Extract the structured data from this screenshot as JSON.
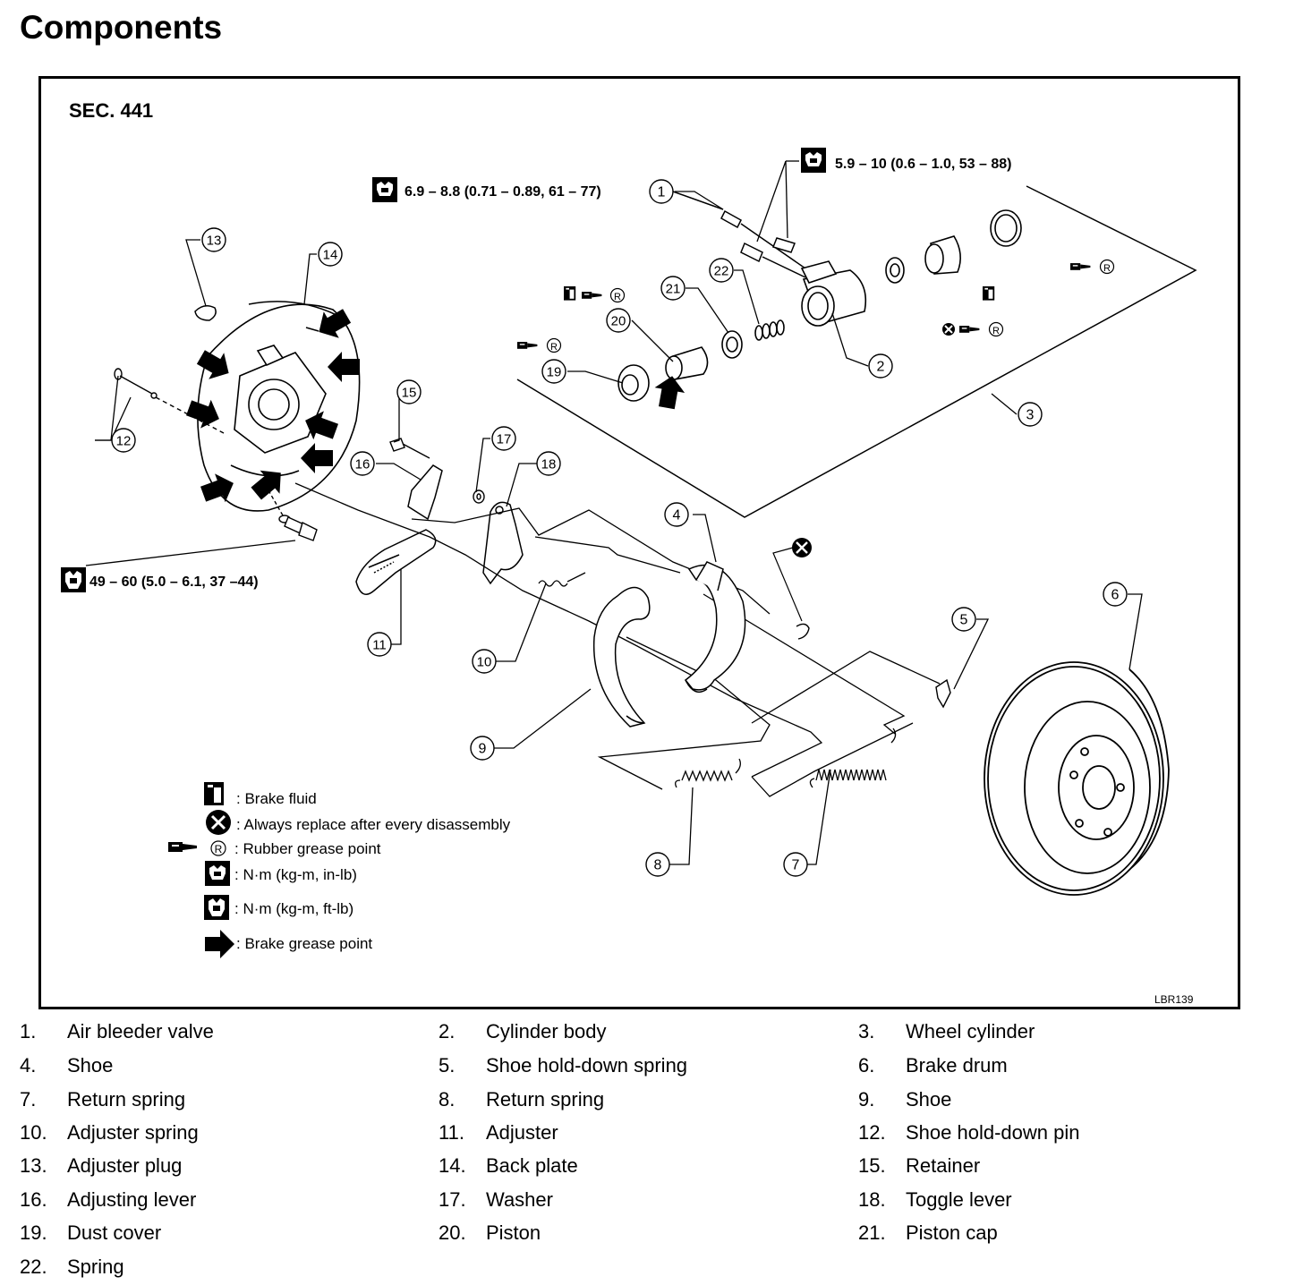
{
  "page": {
    "title": "Components"
  },
  "figure": {
    "section": "SEC. 441",
    "figure_id": "LBR139",
    "torque_specs": {
      "bleeder": "6.9 – 8.8 (0.71 – 0.89, 61 – 77)",
      "cylinder_bolts": "5.9 – 10 (0.6 – 1.0, 53 – 88)",
      "back_plate_bolt": "49 – 60 (5.0 – 6.1, 37 –44)"
    },
    "rubber_grease_mark": "R",
    "callouts": [
      "1",
      "2",
      "3",
      "4",
      "5",
      "6",
      "7",
      "8",
      "9",
      "10",
      "11",
      "12",
      "13",
      "14",
      "15",
      "16",
      "17",
      "18",
      "19",
      "20",
      "21",
      "22"
    ]
  },
  "legend": [
    {
      "icon": "brake-fluid-icon",
      "text": ": Brake fluid"
    },
    {
      "icon": "replace-icon",
      "text": ": Always replace after every disassembly"
    },
    {
      "icon": "rubber-grease-icon",
      "text": ": Rubber grease point"
    },
    {
      "icon": "torque-in-lb-icon",
      "text": ": N·m (kg-m, in-lb)"
    },
    {
      "icon": "torque-ft-lb-icon",
      "text": ": N·m (kg-m, ft-lb)"
    },
    {
      "icon": "brake-grease-arrow-icon",
      "text": ": Brake grease point"
    }
  ],
  "parts": [
    {
      "num": "1.",
      "name": "Air bleeder valve"
    },
    {
      "num": "2.",
      "name": "Cylinder body"
    },
    {
      "num": "3.",
      "name": "Wheel cylinder"
    },
    {
      "num": "4.",
      "name": "Shoe"
    },
    {
      "num": "5.",
      "name": "Shoe hold-down spring"
    },
    {
      "num": "6.",
      "name": "Brake drum"
    },
    {
      "num": "7.",
      "name": "Return spring"
    },
    {
      "num": "8.",
      "name": "Return spring"
    },
    {
      "num": "9.",
      "name": "Shoe"
    },
    {
      "num": "10.",
      "name": "Adjuster spring"
    },
    {
      "num": "11.",
      "name": "Adjuster"
    },
    {
      "num": "12.",
      "name": "Shoe hold-down pin"
    },
    {
      "num": "13.",
      "name": "Adjuster plug"
    },
    {
      "num": "14.",
      "name": "Back plate"
    },
    {
      "num": "15.",
      "name": "Retainer"
    },
    {
      "num": "16.",
      "name": "Adjusting lever"
    },
    {
      "num": "17.",
      "name": "Washer"
    },
    {
      "num": "18.",
      "name": "Toggle lever"
    },
    {
      "num": "19.",
      "name": "Dust cover"
    },
    {
      "num": "20.",
      "name": "Piston"
    },
    {
      "num": "21.",
      "name": "Piston cap"
    },
    {
      "num": "22.",
      "name": "Spring"
    }
  ]
}
